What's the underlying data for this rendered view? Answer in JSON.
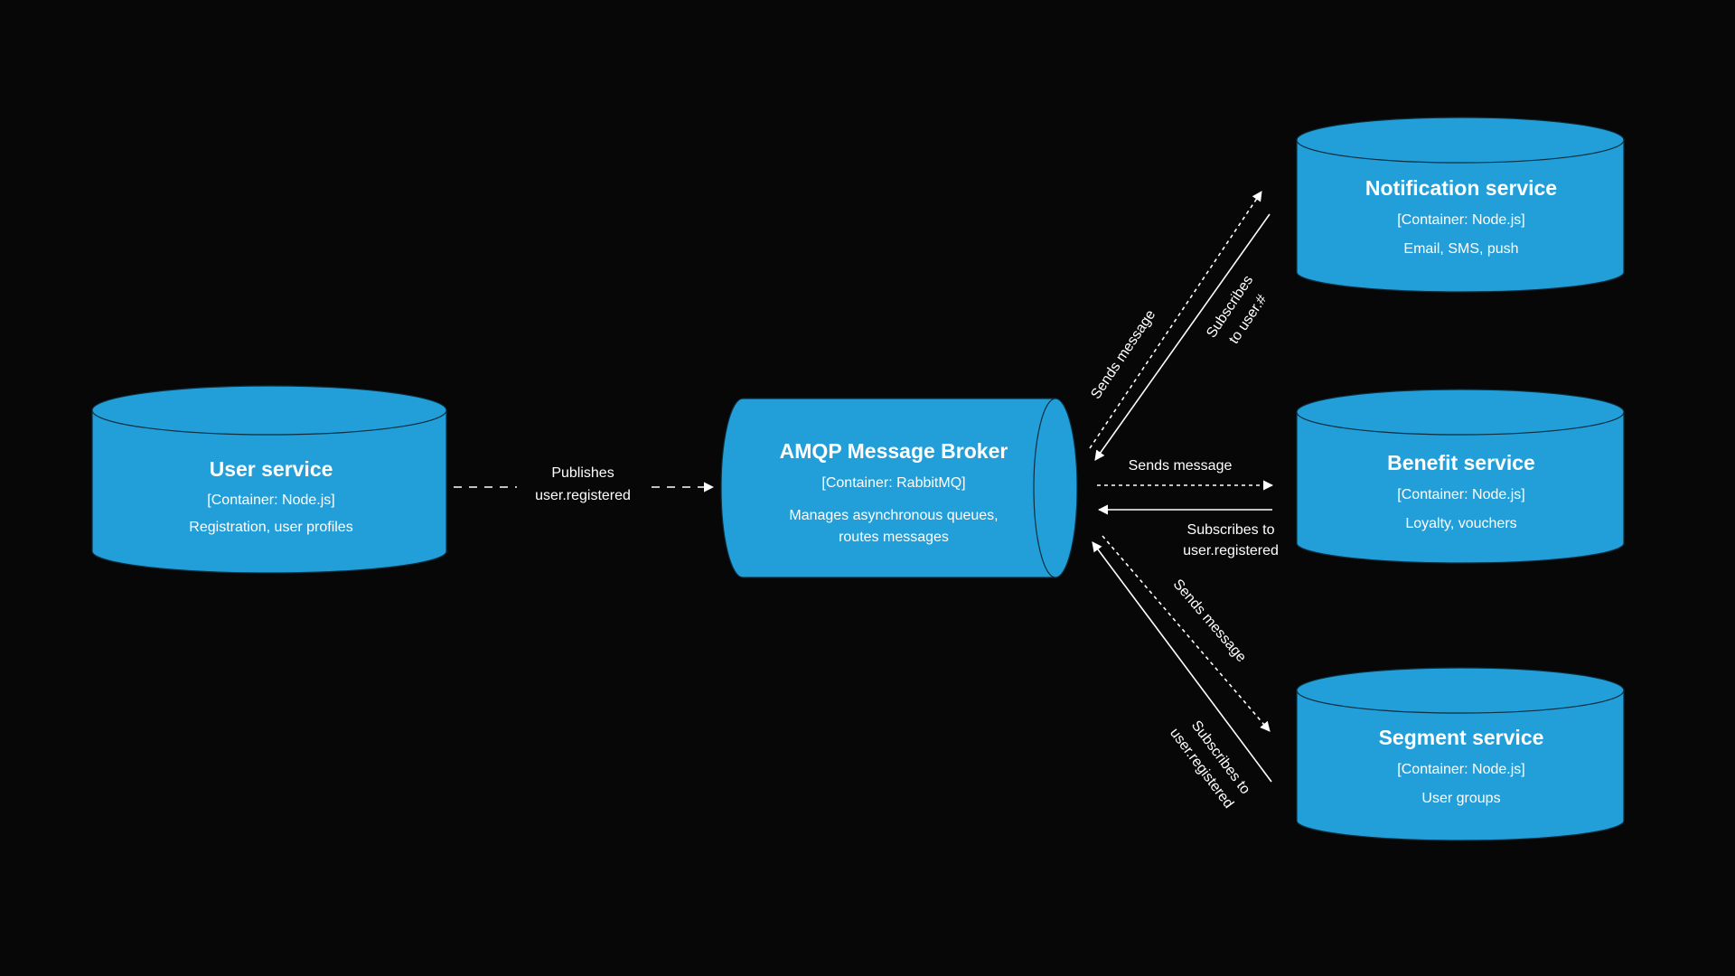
{
  "diagram": {
    "colors": {
      "background": "#070707",
      "node_fill": "#229fd8",
      "node_outline": "#0c2d3d",
      "text": "#ffffff",
      "edge": "#ffffff"
    },
    "nodes": {
      "user_service": {
        "title": "User service",
        "technology": "[Container: Node.js]",
        "description": "Registration, user profiles"
      },
      "broker": {
        "title": "AMQP Message Broker",
        "technology": "[Container: RabbitMQ]",
        "description_line1": "Manages asynchronous queues,",
        "description_line2": "routes messages"
      },
      "notification_service": {
        "title": "Notification service",
        "technology": "[Container: Node.js]",
        "description": "Email, SMS, push"
      },
      "benefit_service": {
        "title": "Benefit service",
        "technology": "[Container: Node.js]",
        "description": "Loyalty, vouchers"
      },
      "segment_service": {
        "title": "Segment service",
        "technology": "[Container: Node.js]",
        "description": "User groups"
      }
    },
    "edges": {
      "user_to_broker": {
        "line1": "Publishes",
        "line2": "user.registered"
      },
      "broker_to_notification": {
        "label": "Sends message"
      },
      "notification_to_broker": {
        "line1": "Subscribes",
        "line2": "to user.#"
      },
      "broker_to_benefit": {
        "label": "Sends message"
      },
      "benefit_to_broker": {
        "line1": "Subscribes to",
        "line2": "user.registered"
      },
      "broker_to_segment": {
        "label": "Sends message"
      },
      "segment_to_broker": {
        "line1": "Subscribes to",
        "line2": "user.registered"
      }
    }
  }
}
